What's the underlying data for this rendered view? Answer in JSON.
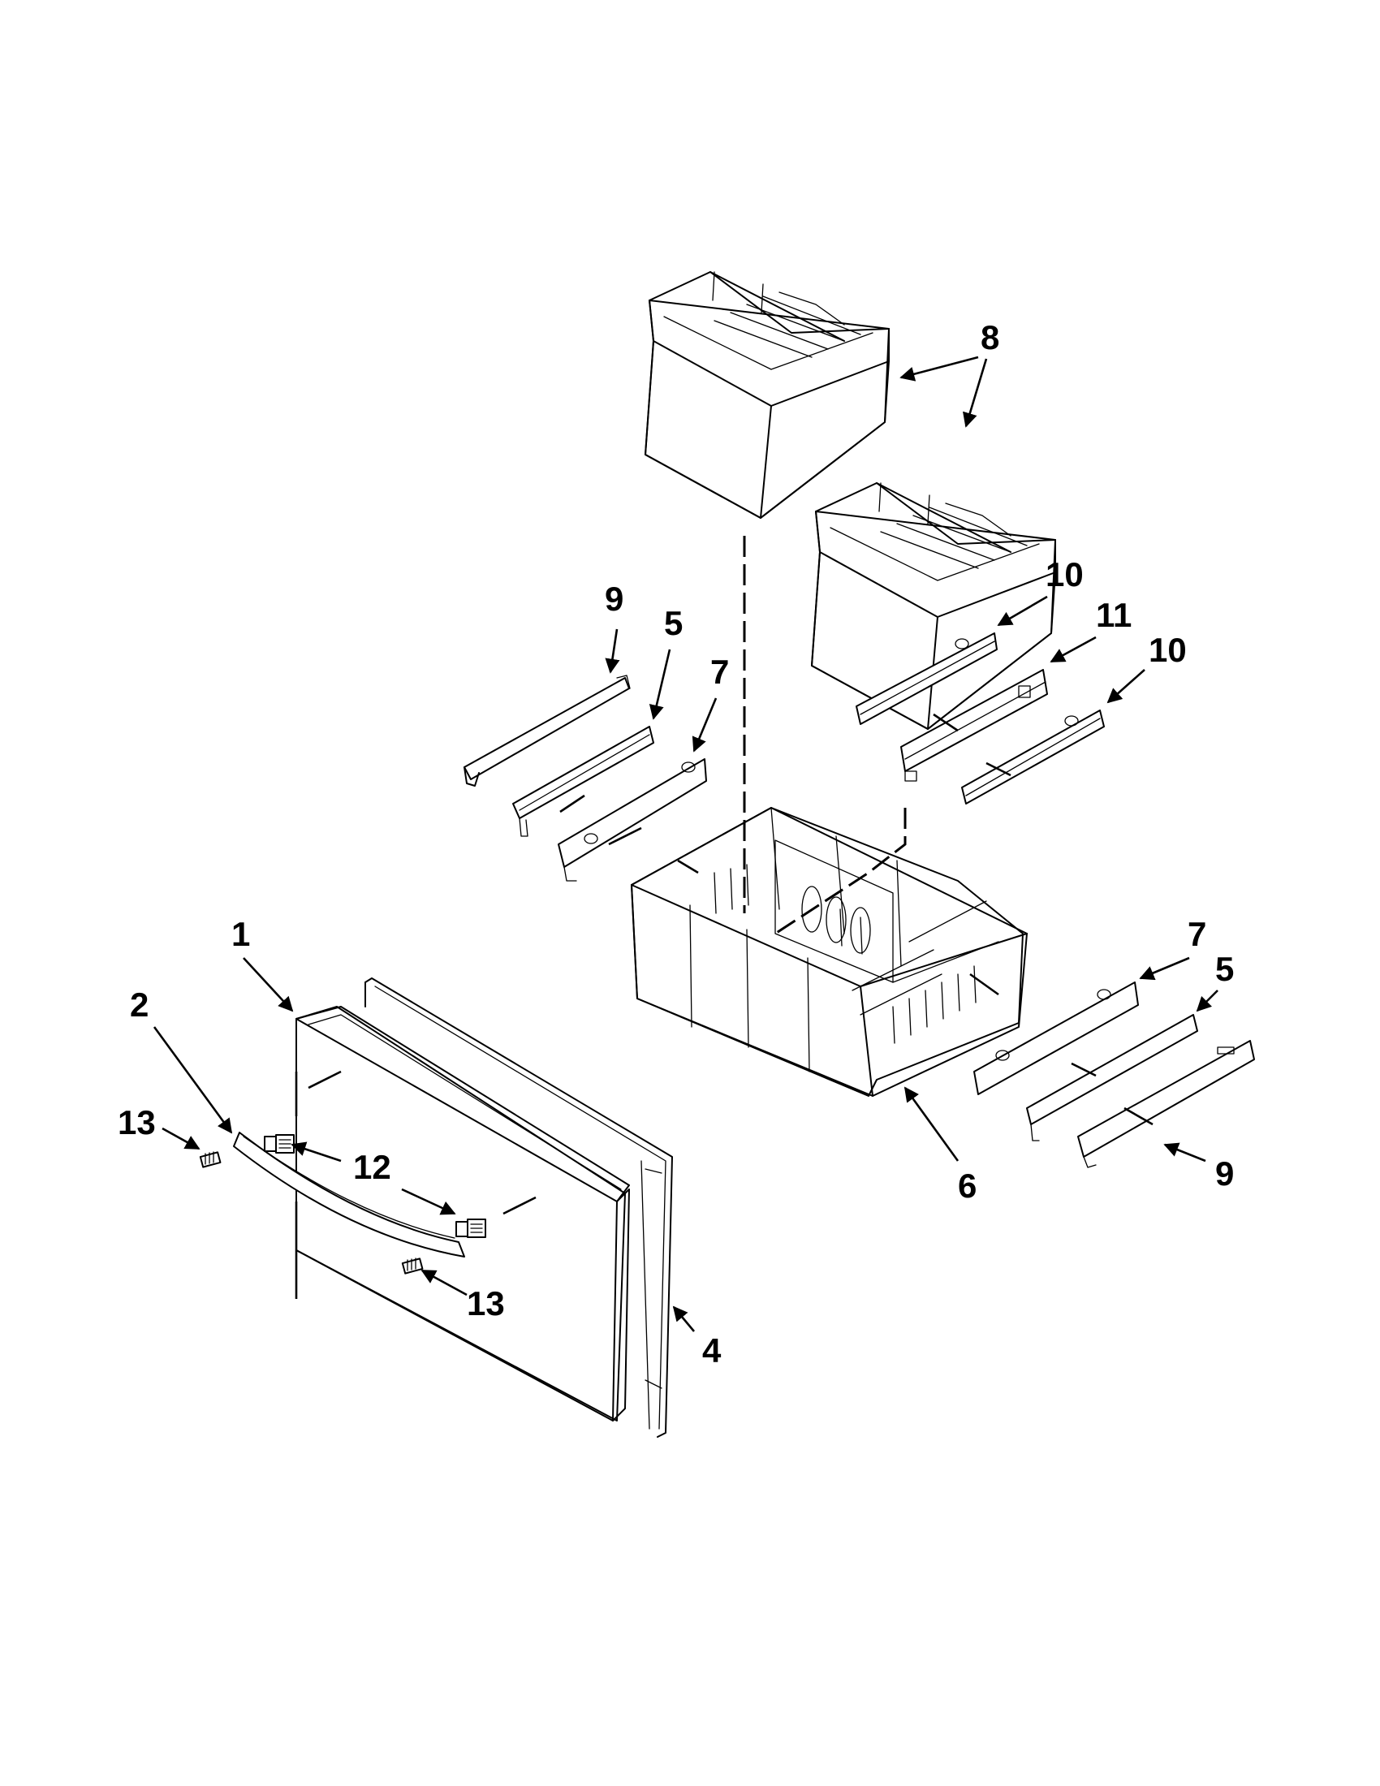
{
  "diagram": {
    "callouts": {
      "c1": "1",
      "c2": "2",
      "c4": "4",
      "c5a": "5",
      "c5b": "5",
      "c6": "6",
      "c7a": "7",
      "c7b": "7",
      "c8": "8",
      "c9a": "9",
      "c9b": "9",
      "c10a": "10",
      "c10b": "10",
      "c11": "11",
      "c12": "12",
      "c13a": "13",
      "c13b": "13"
    }
  }
}
